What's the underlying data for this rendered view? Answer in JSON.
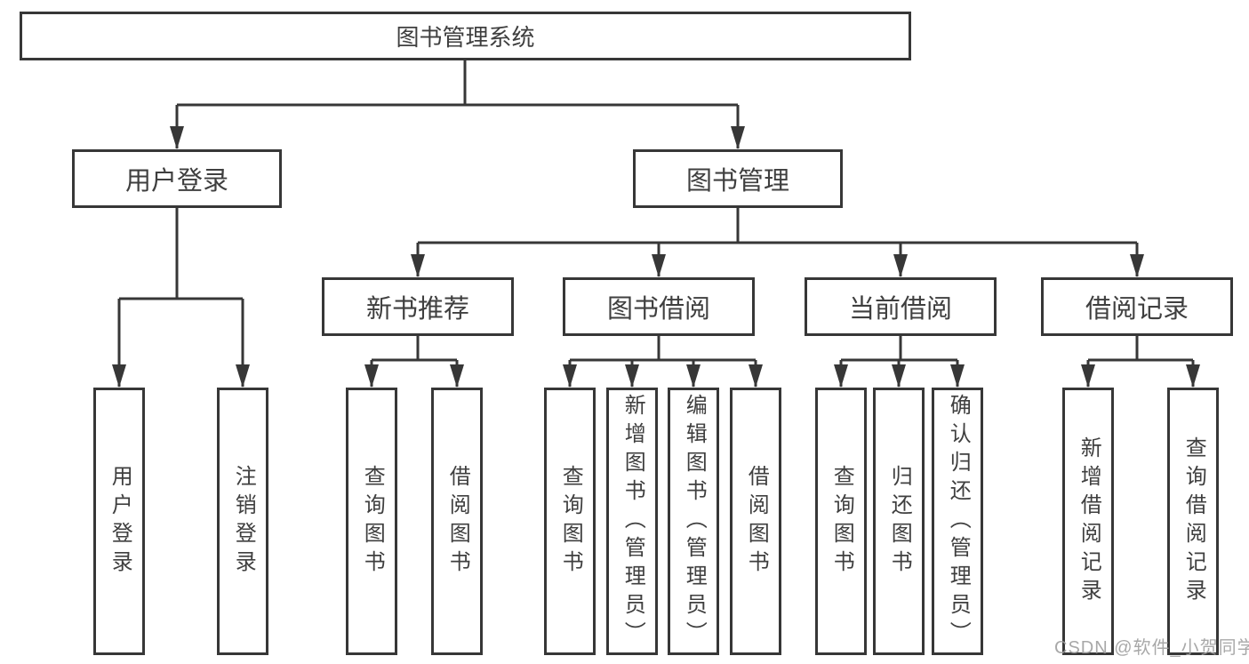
{
  "diagram": {
    "root": "图书管理系统",
    "branches": [
      {
        "label": "用户登录",
        "children": [
          "用户登录",
          "注销登录"
        ]
      },
      {
        "label": "图书管理",
        "sections": [
          {
            "label": "新书推荐",
            "children": [
              "查询图书",
              "借阅图书"
            ]
          },
          {
            "label": "图书借阅",
            "children": [
              "查询图书",
              "新增图书（管理员）",
              "编辑图书（管理员）",
              "借阅图书"
            ]
          },
          {
            "label": "当前借阅",
            "children": [
              "查询图书",
              "归还图书",
              "确认归还（管理员）"
            ]
          },
          {
            "label": "借阅记录",
            "children": [
              "新增借阅记录",
              "查询借阅记录"
            ]
          }
        ]
      }
    ]
  },
  "watermark": "CSDN @软件_小贺同学",
  "colors": {
    "line": "#373737",
    "text": "#3f3f3f",
    "node_background": "#ffffff",
    "page_background": "#ffffff",
    "watermark": "#9e9e9e"
  }
}
